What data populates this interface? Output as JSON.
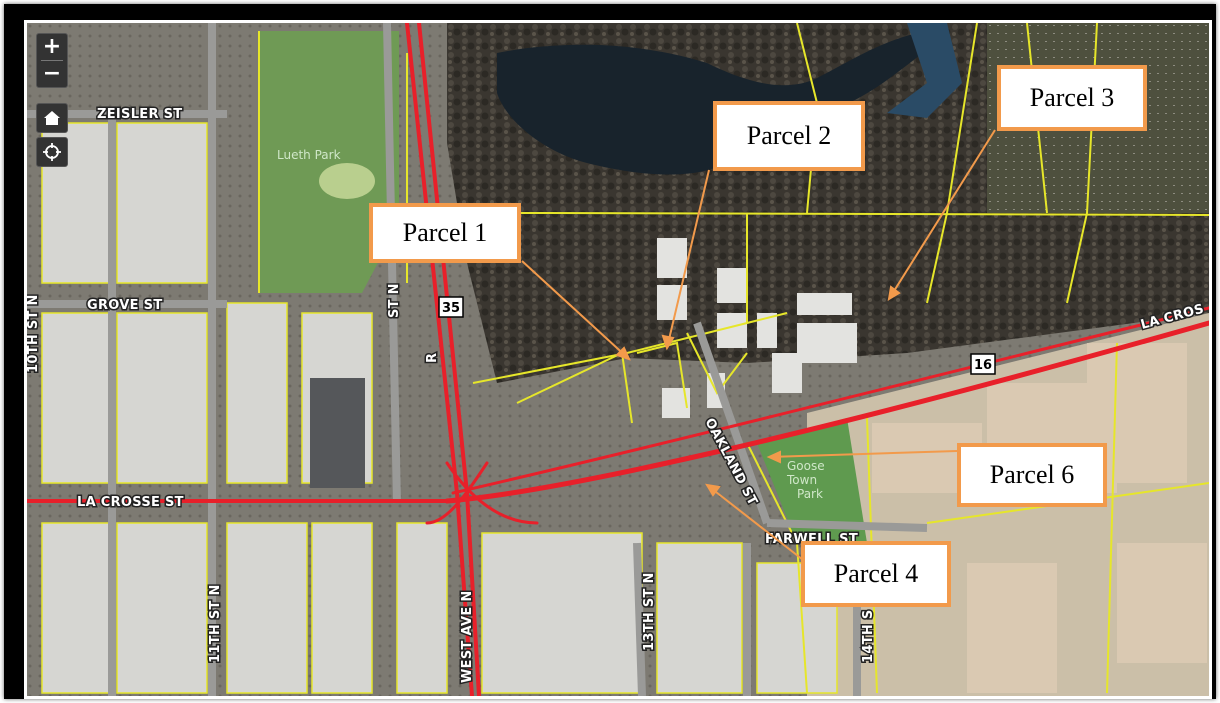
{
  "map": {
    "controls": {
      "zoom_in": "+",
      "zoom_out": "−",
      "home_icon": "home-icon",
      "locate_icon": "crosshair-icon"
    },
    "streets": {
      "zeisler": "ZEISLER ST",
      "grove": "GROVE ST",
      "tenth": "10TH ST N",
      "eleventh": "11TH ST N",
      "ninth_partial": "ST N",
      "lacrosse_w": "LA CROSSE ST",
      "lacrosse_e": "LA CROS",
      "west_ave": "WEST AVE N",
      "oakland": "OAKLAND ST",
      "farwell": "FARWELL ST",
      "thirteenth": "13TH ST N",
      "fourteenth": "14TH S",
      "r_partial": "R"
    },
    "shields": {
      "hwy35": "35",
      "hwy16": "16"
    },
    "parks": {
      "lueth": "Lueth Park",
      "goose1": "Goose",
      "goose2": "Town",
      "goose3": "Park"
    },
    "callouts": {
      "p1": "Parcel 1",
      "p2": "Parcel 2",
      "p3": "Parcel 3",
      "p4": "Parcel 4",
      "p6": "Parcel 6"
    },
    "colors": {
      "parcel_line": "#e6e62a",
      "highway": "#e8202a",
      "callout_border": "#f29a4b"
    }
  }
}
